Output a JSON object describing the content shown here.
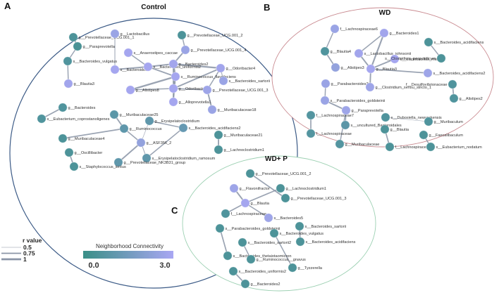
{
  "figure": {
    "panels": [
      {
        "letter": "A",
        "title": "Control",
        "stroke": "#3b5a86"
      },
      {
        "letter": "B",
        "title": "WD",
        "stroke": "#c98a90"
      },
      {
        "letter": "C",
        "title": "WD+ P",
        "stroke": "#9cd0b2"
      }
    ],
    "legend": {
      "r_title": "r value",
      "r_levels": [
        "0.5",
        "0.75",
        "1"
      ],
      "nc_title": "Neighborhood Connectivity",
      "nc_min": "0.0",
      "nc_max": "3.0",
      "colors": {
        "low": "#3a8f87",
        "high": "#a9a7f3"
      }
    }
  },
  "networks": [
    {
      "panel": "A",
      "nodes": [
        {
          "label": "g__Prevotellaceae_UCG.001_1",
          "nc": 0.5
        },
        {
          "label": "g__Paraprevotella",
          "nc": 0.4
        },
        {
          "label": "s__Bacteroides_vulgatus",
          "nc": 0.6
        },
        {
          "label": "g__Blautia3",
          "nc": 2.8
        },
        {
          "label": "g__Lactobacillus",
          "nc": 2.6
        },
        {
          "label": "s__Anaerostipes_caccae",
          "nc": 2.9
        },
        {
          "label": "s__Bacteroides5",
          "nc": 2.9
        },
        {
          "label": "s__Bacteroides_uniformis2",
          "nc": 2.9
        },
        {
          "label": "g__Prevotellaceae_UCG.001_2",
          "nc": 0.5
        },
        {
          "label": "g__Prevotellaceae_UCG.001_4",
          "nc": 2.6
        },
        {
          "label": "g__Bacteroides2",
          "nc": 2.8
        },
        {
          "label": "g__Odoribacter4",
          "nc": 2.8
        },
        {
          "label": "s__Ruminococcus_flavefaciens",
          "nc": 2.9
        },
        {
          "label": "s__Bacteroides_sartorii",
          "nc": 2.6
        },
        {
          "label": "g__Alistipes8",
          "nc": 2.9
        },
        {
          "label": "g__Odoribacter1",
          "nc": 2.9
        },
        {
          "label": "g__Prevotellaceae_UCG.001_3",
          "nc": 2.7
        },
        {
          "label": "g__Alloprevotella1",
          "nc": 2.9
        },
        {
          "label": "g__Muribaculaceae18",
          "nc": 2.6
        },
        {
          "label": "g__Bacteroides",
          "nc": 0.6
        },
        {
          "label": "s__Eubacterium_coprostanoligenes",
          "nc": 0.6
        },
        {
          "label": "g__Muribaculaceae25",
          "nc": 0.9
        },
        {
          "label": "g__Erysipelatoclostridium",
          "nc": 1.0
        },
        {
          "label": "g__Ruminococcus",
          "nc": 1.0
        },
        {
          "label": "s__Bacteroides_acidifaciens2",
          "nc": 1.2
        },
        {
          "label": "g__Muribaculaceae21",
          "nc": 0.5
        },
        {
          "label": "g__Muribaculaceae4",
          "nc": 0.5
        },
        {
          "label": "g__ASF356_2",
          "nc": 2.4
        },
        {
          "label": "s__Erysipelatoclostridium_ramosum",
          "nc": 1.0
        },
        {
          "label": "g__Lachnoclostridium1",
          "nc": 0.5
        },
        {
          "label": "g__Prevotellaceae_NK3B31_group",
          "nc": 1.0
        },
        {
          "label": "g__Oscillibacter",
          "nc": 0.5
        },
        {
          "label": "s__Staphylococcus_lentus",
          "nc": 0.5
        }
      ],
      "edges": [
        {
          "s": 0,
          "t": 1,
          "r": 0.75
        },
        {
          "s": 1,
          "t": 2,
          "r": 0.7
        },
        {
          "s": 2,
          "t": 3,
          "r": 0.7
        },
        {
          "s": 4,
          "t": 6,
          "r": 0.6
        },
        {
          "s": 5,
          "t": 7,
          "r": 0.7
        },
        {
          "s": 6,
          "t": 7,
          "r": 0.8
        },
        {
          "s": 7,
          "t": 10,
          "r": 0.8
        },
        {
          "s": 8,
          "t": 9,
          "r": 0.7
        },
        {
          "s": 9,
          "t": 10,
          "r": 0.8
        },
        {
          "s": 10,
          "t": 11,
          "r": 0.9
        },
        {
          "s": 10,
          "t": 12,
          "r": 0.85
        },
        {
          "s": 7,
          "t": 12,
          "r": 0.8
        },
        {
          "s": 11,
          "t": 13,
          "r": 0.6
        },
        {
          "s": 11,
          "t": 15,
          "r": 0.8
        },
        {
          "s": 12,
          "t": 14,
          "r": 0.9
        },
        {
          "s": 12,
          "t": 15,
          "r": 0.85
        },
        {
          "s": 10,
          "t": 15,
          "r": 0.8
        },
        {
          "s": 14,
          "t": 15,
          "r": 0.7
        },
        {
          "s": 15,
          "t": 16,
          "r": 0.75
        },
        {
          "s": 15,
          "t": 17,
          "r": 0.8
        },
        {
          "s": 16,
          "t": 18,
          "r": 0.8
        },
        {
          "s": 12,
          "t": 17,
          "r": 0.7
        },
        {
          "s": 11,
          "t": 16,
          "r": 0.7
        },
        {
          "s": 19,
          "t": 20,
          "r": 0.75
        },
        {
          "s": 21,
          "t": 23,
          "r": 0.8
        },
        {
          "s": 23,
          "t": 26,
          "r": 0.75
        },
        {
          "s": 23,
          "t": 27,
          "r": 0.7
        },
        {
          "s": 27,
          "t": 30,
          "r": 0.8
        },
        {
          "s": 27,
          "t": 28,
          "r": 0.6
        },
        {
          "s": 22,
          "t": 24,
          "r": 0.7
        },
        {
          "s": 24,
          "t": 28,
          "r": 0.7
        },
        {
          "s": 22,
          "t": 27,
          "r": 0.5
        },
        {
          "s": 25,
          "t": 29,
          "r": 0.8
        },
        {
          "s": 31,
          "t": 32,
          "r": 0.75
        }
      ]
    },
    {
      "panel": "B",
      "nodes": [
        {
          "label": "f__Lachnospiraceae6",
          "nc": 2.6
        },
        {
          "label": "g__Bacteroides1",
          "nc": 2.8
        },
        {
          "label": "s__Bacteroides_acidifaciens",
          "nc": 0.5
        },
        {
          "label": "g__Blautia4",
          "nc": 0.6
        },
        {
          "label": "s__Lactobacillus_johnsonii",
          "nc": 2.8
        },
        {
          "label": "s__Lactobacillus_murinus",
          "nc": 2.9
        },
        {
          "label": "s__Clostridium_perputrificum",
          "nc": 0.5
        },
        {
          "label": "g__Alistipes3",
          "nc": 2.4
        },
        {
          "label": "g__Blautia3",
          "nc": 2.9
        },
        {
          "label": "s__Bacteroides_acidifaciens2",
          "nc": 2.7
        },
        {
          "label": "g__Parabacteroides3",
          "nc": 2.6
        },
        {
          "label": "g__Clostridium_sensu_stricto_1",
          "nc": 2.7
        },
        {
          "label": "f__Desulfovibrionaceae",
          "nc": 0.6
        },
        {
          "label": "s__Parabacteroides_goldsteinii",
          "nc": 2.6
        },
        {
          "label": "g__Alistipes2",
          "nc": 0.6
        },
        {
          "label": "f__Lachnospiraceae7",
          "nc": 0.7
        },
        {
          "label": "g__Paraprevotella",
          "nc": 2.7
        },
        {
          "label": "f__Lachnospiraceae",
          "nc": 0.7
        },
        {
          "label": "s__uncultured_Bacteroidales",
          "nc": 0.9
        },
        {
          "label": "g__Blautia",
          "nc": 0.5
        },
        {
          "label": "s__Dubosiella_newyorkensis",
          "nc": 0.6
        },
        {
          "label": "g__Muribaculum",
          "nc": 0.6
        },
        {
          "label": "g__Faecalibaculum",
          "nc": 0.5
        },
        {
          "label": "g__Muribaculaceae",
          "nc": 0.7
        },
        {
          "label": "f__Lachnospiraceae5",
          "nc": 0.5
        },
        {
          "label": "s__Eubacterium_nodatum",
          "nc": 0.5
        }
      ],
      "edges": [
        {
          "s": 0,
          "t": 3,
          "r": 0.7
        },
        {
          "s": 1,
          "t": 4,
          "r": 0.7
        },
        {
          "s": 1,
          "t": 8,
          "r": 0.85
        },
        {
          "s": 2,
          "t": 6,
          "r": 0.7
        },
        {
          "s": 3,
          "t": 7,
          "r": 0.75
        },
        {
          "s": 4,
          "t": 8,
          "r": 0.8
        },
        {
          "s": 5,
          "t": 8,
          "r": 0.8
        },
        {
          "s": 8,
          "t": 9,
          "r": 0.75
        },
        {
          "s": 8,
          "t": 11,
          "r": 0.8
        },
        {
          "s": 10,
          "t": 13,
          "r": 0.7
        },
        {
          "s": 12,
          "t": 14,
          "r": 0.75
        },
        {
          "s": 13,
          "t": 16,
          "r": 0.8
        },
        {
          "s": 15,
          "t": 17,
          "r": 0.75
        },
        {
          "s": 16,
          "t": 18,
          "r": 0.7
        },
        {
          "s": 16,
          "t": 23,
          "r": 0.7
        },
        {
          "s": 19,
          "t": 24,
          "r": 0.75
        },
        {
          "s": 20,
          "t": 21,
          "r": 0.5
        },
        {
          "s": 22,
          "t": 25,
          "r": 0.7
        }
      ]
    },
    {
      "panel": "C",
      "nodes": [
        {
          "label": "g__Prevotellaceae_UCG.001_2",
          "nc": 0.5
        },
        {
          "label": "g__Flavonifractor",
          "nc": 2.7
        },
        {
          "label": "g__Lachnoclostridium1",
          "nc": 0.5
        },
        {
          "label": "g__Prevotellaceae_UCG.001_3",
          "nc": 0.5
        },
        {
          "label": "g__Blautia",
          "nc": 2.9
        },
        {
          "label": "f__Lachnospiraceae",
          "nc": 0.6
        },
        {
          "label": "s__Bacteroides5",
          "nc": 2.7
        },
        {
          "label": "s__Bacteroides_sartorii",
          "nc": 0.5
        },
        {
          "label": "s__Parabacteroides_goldsteinii",
          "nc": 0.5
        },
        {
          "label": "s__Bacteroides_vulgatus",
          "nc": 0.5
        },
        {
          "label": "s__Bacteroides_sartorii2",
          "nc": 0.5
        },
        {
          "label": "s__Bacteroides_acidifaciens",
          "nc": 0.5
        },
        {
          "label": "s__Bacteroides_thetaiotaomicron",
          "nc": 0.5
        },
        {
          "label": "g__Ruminococcus__gnavus",
          "nc": 0.5
        },
        {
          "label": "g__Tyzzerella",
          "nc": 0.5
        },
        {
          "label": "s__Bacteroides_uniformis2",
          "nc": 0.5
        },
        {
          "label": "g__Bacteroides2",
          "nc": 0.5
        }
      ],
      "edges": [
        {
          "s": 0,
          "t": 3,
          "r": 0.75
        },
        {
          "s": 1,
          "t": 4,
          "r": 0.8
        },
        {
          "s": 2,
          "t": 4,
          "r": 0.75
        },
        {
          "s": 4,
          "t": 5,
          "r": 0.75
        },
        {
          "s": 4,
          "t": 6,
          "r": 0.7
        },
        {
          "s": 7,
          "t": 11,
          "r": 0.75
        },
        {
          "s": 8,
          "t": 12,
          "r": 0.75
        },
        {
          "s": 9,
          "t": 14,
          "r": 0.7
        },
        {
          "s": 10,
          "t": 13,
          "r": 0.7
        },
        {
          "s": 15,
          "t": 16,
          "r": 0.75
        }
      ]
    }
  ]
}
